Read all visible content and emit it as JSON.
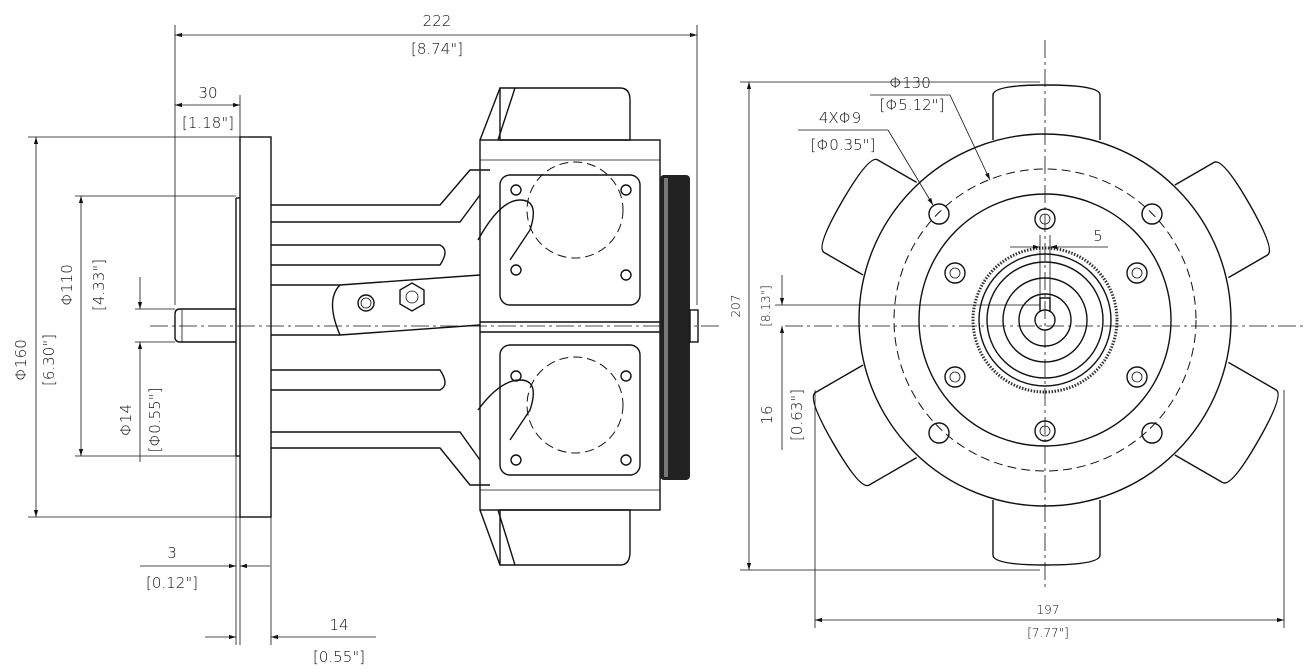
{
  "side_view": {
    "overall_length": {
      "mm": "222",
      "in": "[8.74\"]"
    },
    "shaft_length": {
      "mm": "30",
      "in": "[1.18\"]"
    },
    "flange_diameter": {
      "mm": "Φ160",
      "in": "[6.30\"]"
    },
    "pilot_diameter": {
      "mm": "Φ110",
      "in": "[4.33\"]"
    },
    "shaft_diameter": {
      "mm": "Φ14",
      "in": "[Φ0.55\"]"
    },
    "pilot_depth": {
      "mm": "3",
      "in": "[0.12\"]"
    },
    "flange_thickness": {
      "mm": "14",
      "in": "[0.55\"]"
    }
  },
  "front_view": {
    "bolt_circle": {
      "mm": "Φ130",
      "in": "[Φ5.12\"]"
    },
    "holes": {
      "mm": "4XΦ9",
      "in": "[Φ0.35\"]"
    },
    "key_width": {
      "mm": "5"
    },
    "overall_height": {
      "mm": "207",
      "in": "[8.13\"]"
    },
    "shaft_height": {
      "mm": "16",
      "in": "[0.63\"]"
    },
    "overall_width": {
      "mm": "197",
      "in": "[7.77\"]"
    }
  }
}
